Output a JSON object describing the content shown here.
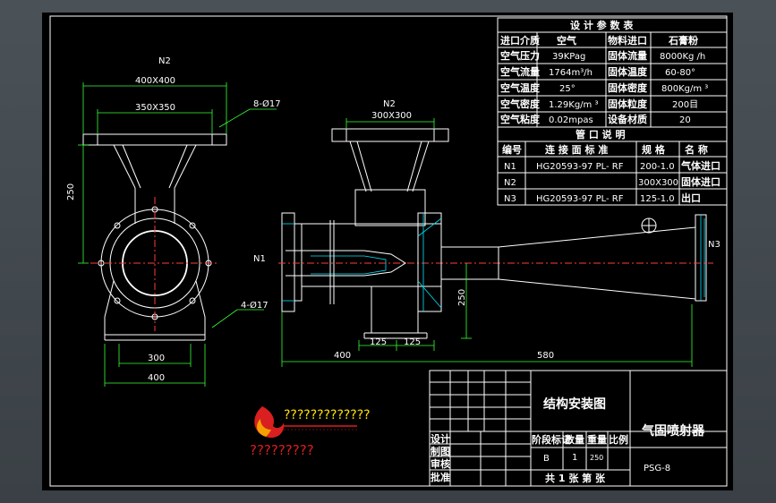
{
  "drawing": {
    "front_view": {
      "n2_label": "N2",
      "dim_outer": "400X400",
      "dim_inner": "350X350",
      "holes_top": "8-Ø17",
      "dim_height": "250",
      "holes_base": "4-Ø17",
      "dim_base_300": "300",
      "dim_base_400": "400"
    },
    "side_view": {
      "n2_label": "N2",
      "dim_inlet": "300X300",
      "n1_label": "N1",
      "n3_label": "N3",
      "dim_250": "250",
      "dim_125a": "125",
      "dim_125b": "125",
      "dim_400": "400",
      "dim_580": "580"
    }
  },
  "design_table": {
    "title": "设 计 参 数 表",
    "rows": [
      [
        "进口介质",
        "空气",
        "物料进口",
        "石膏粉"
      ],
      [
        "空气压力",
        "39KPag",
        "固体流量",
        "8000Kg /h"
      ],
      [
        "空气流量",
        "1764m³/h",
        "固体温度",
        "60-80°"
      ],
      [
        "空气温度",
        "25°",
        "固体密度",
        "800Kg/m ³"
      ],
      [
        "空气密度",
        "1.29Kg/m ³",
        "固体粒度",
        "200目"
      ],
      [
        "空气粘度",
        "0.02mpas",
        "设备材质",
        "20"
      ]
    ]
  },
  "nozzle_table": {
    "title": "管 口 说 明",
    "headers": [
      "编号",
      "连 接 面 标 准",
      "规 格",
      "名 称"
    ],
    "rows": [
      [
        "N1",
        "HG20593-97 PL- RF",
        "200-1.0",
        "气体进口"
      ],
      [
        "N2",
        "",
        "300X300",
        "固体进口"
      ],
      [
        "N3",
        "HG20593-97 PL- RF",
        "125-1.0",
        "出口"
      ]
    ]
  },
  "title_block": {
    "drawing_title": "结构安装图",
    "equipment_name": "气固喷射器",
    "roles": [
      "设计",
      "制图",
      "审核",
      "批准"
    ],
    "headers": [
      "阶段标记",
      "数量",
      "重量",
      "比例"
    ],
    "stage": "B",
    "quantity": "1",
    "weight": "250",
    "sheet_text": "共 1 张 第 张",
    "drawing_number": "PSG-8"
  },
  "watermark": {
    "line1": "?????????????",
    "line2": "?????????"
  }
}
